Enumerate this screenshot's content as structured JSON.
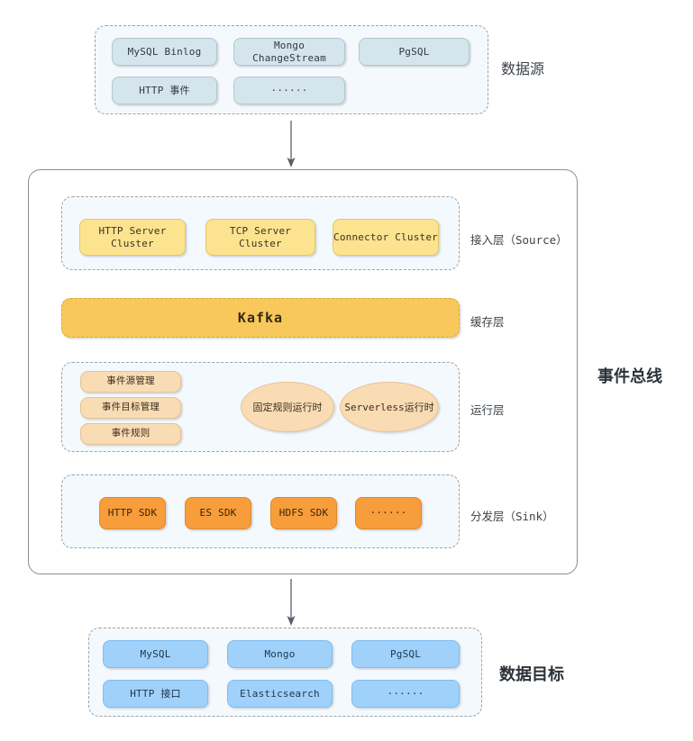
{
  "diagram": {
    "title": "事件总线",
    "sections": {
      "data_source": {
        "label": "数据源",
        "nodes": [
          "MySQL Binlog",
          "Mongo ChangeStream",
          "PgSQL",
          "HTTP 事件",
          "······"
        ]
      },
      "event_bus": {
        "label": "事件总线",
        "layers": [
          {
            "name": "ingress",
            "label": "接入层（Source）",
            "nodes": [
              "HTTP Server Cluster",
              "TCP Server Cluster",
              "Connector Cluster"
            ]
          },
          {
            "name": "cache",
            "label": "缓存层",
            "nodes": [
              "Kafka"
            ]
          },
          {
            "name": "runtime",
            "label": "运行层",
            "nodes": [
              "事件源管理",
              "事件目标管理",
              "事件规则"
            ],
            "ellipses": [
              "固定规则运行时",
              "Serverless运行时"
            ]
          },
          {
            "name": "sink",
            "label": "分发层（Sink）",
            "nodes": [
              "HTTP SDK",
              "ES SDK",
              "HDFS SDK",
              "······"
            ]
          }
        ]
      },
      "data_target": {
        "label": "数据目标",
        "nodes": [
          "MySQL",
          "Mongo",
          "PgSQL",
          "HTTP 接口",
          "Elasticsearch",
          "······"
        ]
      }
    },
    "arrows": [
      {
        "name": "source-to-bus",
        "direction": "down"
      },
      {
        "name": "bus-to-target",
        "direction": "down"
      }
    ],
    "colors": {
      "source_fill": "#d5e5ec",
      "ingress_fill": "#fce38f",
      "kafka_fill": "#f8c85c",
      "mgmt_fill": "#fadcb4",
      "sink_fill": "#f89d3c",
      "target_fill": "#9fd1fb",
      "panel_fill": "#f4f9fd",
      "panel_border": "#9aa3ab",
      "container_border": "#888f96",
      "arrow_color": "#5a6068"
    }
  }
}
